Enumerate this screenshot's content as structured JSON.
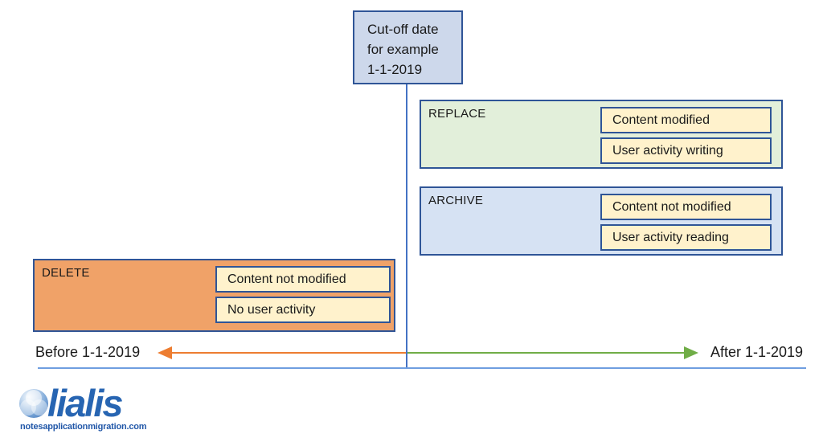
{
  "diagram": {
    "cutoff_box": {
      "line1": "Cut-off date",
      "line2": "for example",
      "line3": "1-1-2019"
    },
    "zones": [
      {
        "label": "REPLACE",
        "items": [
          "Content modified",
          "User activity writing"
        ]
      },
      {
        "label": "ARCHIVE",
        "items": [
          "Content not modified",
          "User activity reading"
        ]
      },
      {
        "label": "DELETE",
        "items": [
          "Content not modified",
          "No user activity"
        ]
      }
    ],
    "timeline": {
      "before_label": "Before 1-1-2019",
      "after_label": "After 1-1-2019"
    },
    "colors": {
      "cutoff_fill": "#cdd8eb",
      "replace_fill": "#e2efda",
      "archive_fill": "#d6e2f3",
      "delete_fill": "#f0a268",
      "item_fill": "#fff2cc",
      "box_border": "#2f5597",
      "vertical_line": "#4472c4",
      "baseline": "#6f9ee0",
      "before_arrow": "#ed7d31",
      "after_arrow": "#70ad47"
    }
  },
  "logo": {
    "brand": "lialis",
    "domain": "notesapplicationmigration.com"
  }
}
